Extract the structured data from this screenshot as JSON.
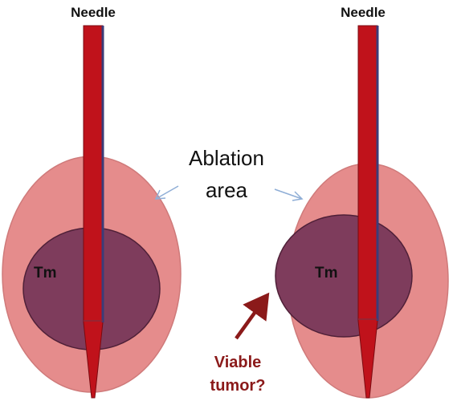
{
  "labels": {
    "needle_left": "Needle",
    "needle_right": "Needle",
    "ablation_line1": "Ablation",
    "ablation_line2": "area",
    "tumor_left": "Tm",
    "tumor_right": "Tm",
    "viable_line1": "Viable",
    "viable_line2": "tumor?"
  },
  "colors": {
    "ablation_zone": "#e58c8c",
    "ablation_zone_stroke": "#cf7a7a",
    "tumor": "#7e3c5c",
    "tumor_stroke": "#4f2038",
    "needle": "#c0121b",
    "needle_edge": "#3c3c78",
    "arrow_pointer": "#8faed6",
    "arrow_viable": "#8b1a1a",
    "viable_text": "#8b1a1a"
  }
}
